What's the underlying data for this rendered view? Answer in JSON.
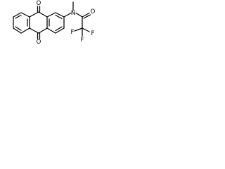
{
  "structure": {
    "atoms": {
      "oxygen_top": "O",
      "oxygen_bottom": "O",
      "nitrogen": "N",
      "oxygen_amide": "O",
      "fluorine_top": "F",
      "fluorine_left": "F",
      "fluorine_bottom": "F"
    }
  },
  "colors": {
    "bond": "#000000",
    "label": "#000000",
    "background": "#ffffff"
  }
}
